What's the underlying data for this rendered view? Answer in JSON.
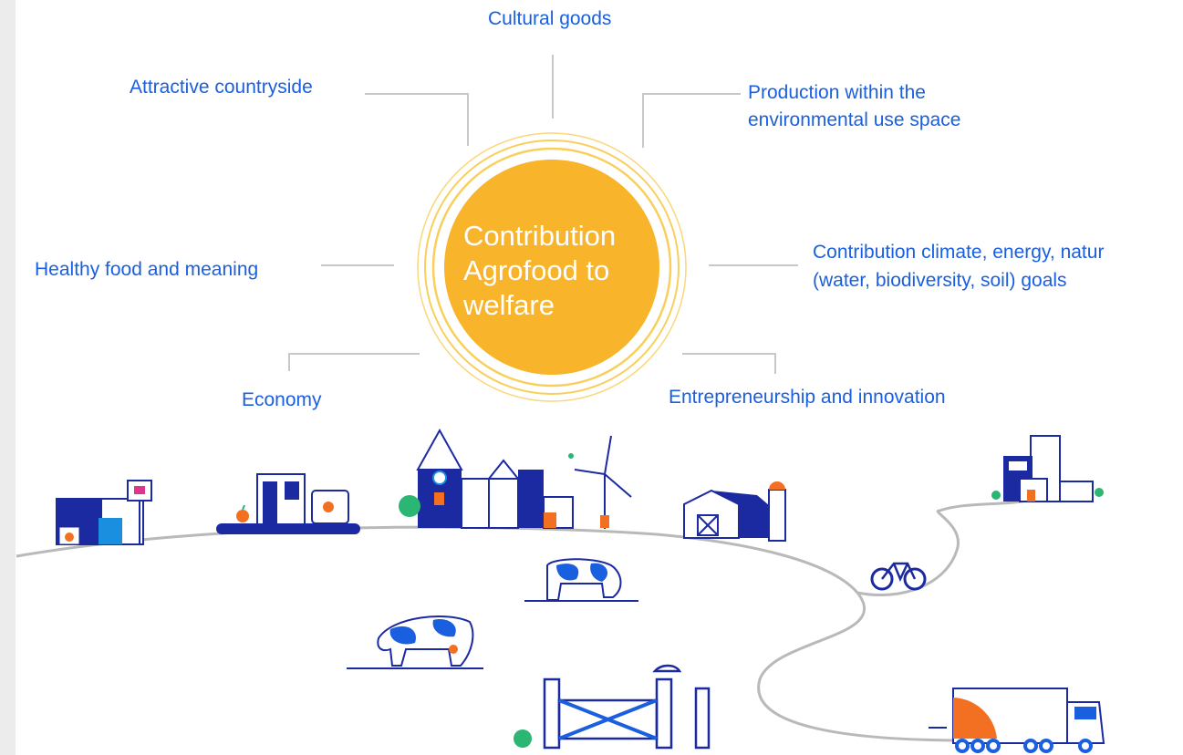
{
  "center": {
    "line1": "Contribution",
    "line2": "Agrofood to",
    "line3": "welfare"
  },
  "labels": {
    "cultural": "Cultural goods",
    "countryside": "Attractive countryside",
    "production_1": "Production within the",
    "production_2": "environmental use space",
    "healthy": "Healthy food and meaning",
    "climate_1": "Contribution climate, energy, natur",
    "climate_2": "(water, biodiversity, soil) goals",
    "economy": "Economy",
    "entrepreneurship": "Entrepreneurship and innovation"
  },
  "colors": {
    "label_blue": "#1a5fe0",
    "sun_orange": "#f8b42a",
    "ring_yellow": "#f9cf5c",
    "connector_gray": "#c8c8c8",
    "ink_navy": "#1b2aa0",
    "accent_orange": "#f36f21",
    "green": "#2bb673"
  },
  "icons": {
    "shop": "supermarket-icon",
    "factory": "food-factory-icon",
    "village": "village-church-icon",
    "windmill": "wind-turbine-icon",
    "barn": "barn-silo-icon",
    "city": "city-buildings-icon",
    "bike": "bicycle-icon",
    "cow1": "grazing-cow-icon",
    "cow2": "grazing-cow-icon",
    "fence": "farm-gate-icon",
    "truck": "delivery-truck-icon"
  }
}
